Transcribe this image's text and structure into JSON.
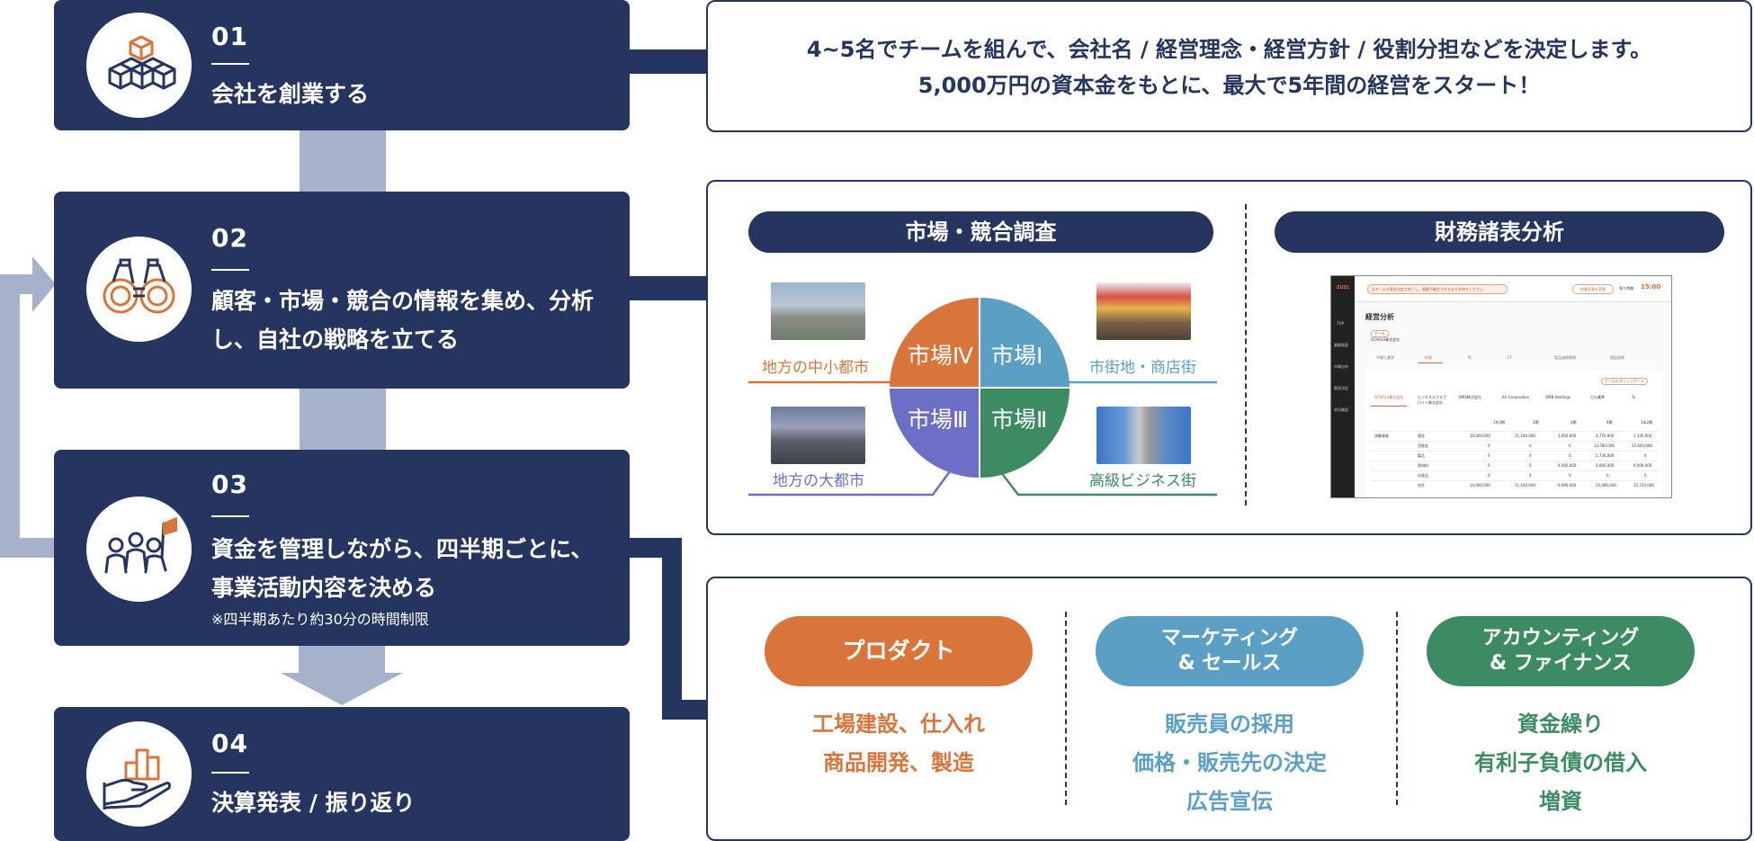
{
  "steps": [
    {
      "num": "01",
      "title": "会社を創業する",
      "icon": "cubes-icon"
    },
    {
      "num": "02",
      "title": "顧客・市場・競合の情報を集め、分析し、自社の戦略を立てる",
      "icon": "binoculars-icon"
    },
    {
      "num": "03",
      "title": "資金を管理しながら、四半期ごとに、事業活動内容を決める",
      "note": "※四半期あたり約30分の時間制限",
      "icon": "team-flag-icon"
    },
    {
      "num": "04",
      "title": "決算発表 / 振り返り",
      "icon": "hand-chart-icon"
    }
  ],
  "intro": {
    "line1": "4~5名でチームを組んで、会社名 / 経営理念・経営方針 / 役割分担などを決定します。",
    "line2": "5,000万円の資本金をもとに、最大で5年間の経営をスタート！"
  },
  "research": {
    "market_title": "市場・競合調査",
    "finance_title": "財務諸表分析",
    "markets": [
      {
        "quad": "市場Ⅳ",
        "city": "地方の中小都市",
        "color": "#d9753a"
      },
      {
        "quad": "市場Ⅰ",
        "city": "市街地・商店街",
        "color": "#5b9fc4"
      },
      {
        "quad": "市場Ⅲ",
        "city": "地方の大都市",
        "color": "#6d6fc6"
      },
      {
        "quad": "市場Ⅱ",
        "city": "高級ビジネス街",
        "color": "#3d8b63"
      }
    ],
    "screenshot": {
      "brand": "ZUZL",
      "banner": "全チームの意思決定が終了し、業績が確定されるまでお待ちください",
      "button": "作業計画を変更",
      "timer_label": "残り時間",
      "timer": "15:00",
      "title": "経営分析",
      "chip": "チーム",
      "company": "SCHOLS株式会社",
      "tabs": [
        "市場と業界",
        "財務",
        "PL",
        "CF",
        "製品価格情報",
        "損益諸表"
      ],
      "sidebar": [
        "TOP",
        "業績画面",
        "市場分析",
        "意思決定",
        "状況確認"
      ],
      "link": "チームのダッシュボード",
      "companies": [
        "SCHOLS株式会社",
        "ビジネスエクスプロイト株式会社",
        "BMS株式会社",
        "EU Corporation",
        "OMB Holdings",
        "工の業界",
        "Tu"
      ],
      "headers": [
        "1年3期",
        "2期",
        "3期",
        "4期",
        "1年2期"
      ],
      "rows": [
        {
          "group": "流動資産",
          "label": "現金",
          "values": [
            "10,000,000",
            "11,100,000",
            "3,000,000",
            "4,770,000",
            "3,100,000"
          ]
        },
        {
          "group": "",
          "label": "売掛金",
          "values": [
            "0",
            "0",
            "0",
            "13,580,000",
            "25,600,000"
          ]
        },
        {
          "group": "",
          "label": "製品",
          "values": [
            "0",
            "0",
            "0",
            "2,730,000",
            "0"
          ]
        },
        {
          "group": "",
          "label": "原材料",
          "values": [
            "0",
            "0",
            "4,000,000",
            "4,000,000",
            "4,000,000"
          ]
        },
        {
          "group": "",
          "label": "仕掛品",
          "values": [
            "0",
            "0",
            "0",
            "0",
            "0"
          ]
        },
        {
          "group": "",
          "label": "合計",
          "values": [
            "14,000,000",
            "11,100,000",
            "9,990,000",
            "25,080,000",
            "32,720,000"
          ]
        }
      ]
    }
  },
  "activities": [
    {
      "name_line1": "プロダクト",
      "name_line2": "",
      "color": "#d9753a",
      "items": [
        "工場建設、仕入れ",
        "商品開発、製造"
      ]
    },
    {
      "name_line1": "マーケティング",
      "name_line2": "& セールス",
      "color": "#5b9fc4",
      "items": [
        "販売員の採用",
        "価格・販売先の決定",
        "広告宣伝"
      ]
    },
    {
      "name_line1": "アカウンティング",
      "name_line2": "& ファイナンス",
      "color": "#3d8b63",
      "items": [
        "資金繰り",
        "有利子負債の借入",
        "増資"
      ]
    }
  ]
}
